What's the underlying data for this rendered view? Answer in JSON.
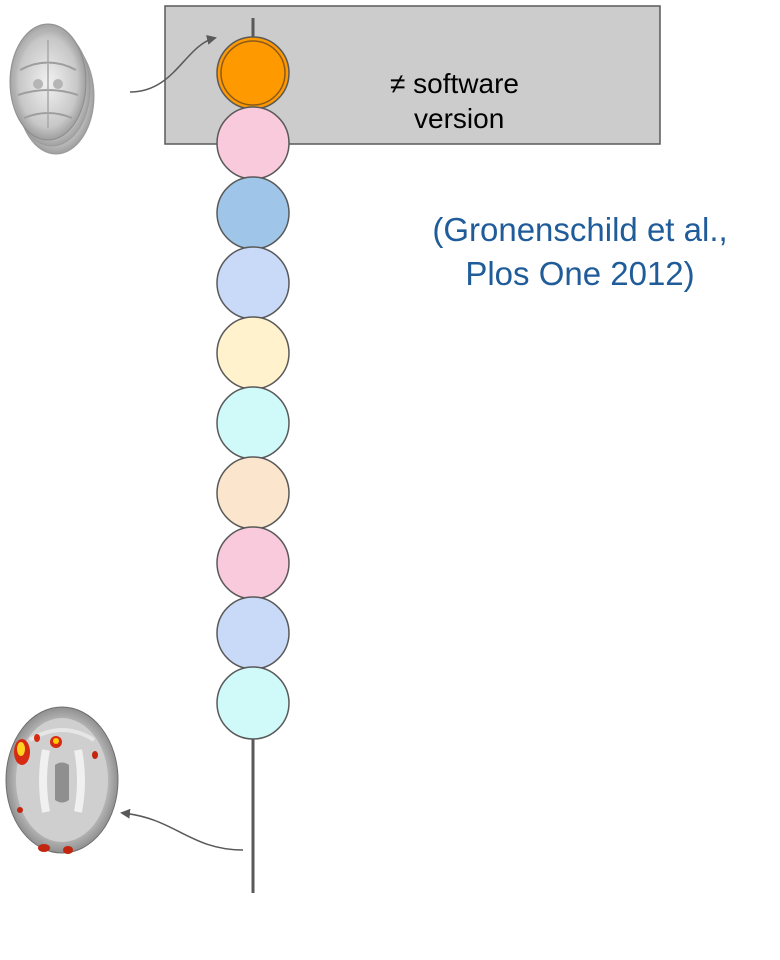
{
  "annotation_box": {
    "line1": "≠ software",
    "line2": "version",
    "fill": "#cccccc",
    "stroke": "#595959"
  },
  "citation": {
    "line1": "(Gronenschild et al.,",
    "line2": "Plos One 2012)",
    "color": "#1f5c99"
  },
  "pipeline": {
    "line_color": "#595959",
    "steps": [
      {
        "color": "#ff9900",
        "highlighted": true
      },
      {
        "color": "#f9c9dc",
        "highlighted": false
      },
      {
        "color": "#9fc5e8",
        "highlighted": false
      },
      {
        "color": "#c9daf8",
        "highlighted": false
      },
      {
        "color": "#fff2cc",
        "highlighted": false
      },
      {
        "color": "#d0fafa",
        "highlighted": false
      },
      {
        "color": "#fce5cd",
        "highlighted": false
      },
      {
        "color": "#f9c9dc",
        "highlighted": false
      },
      {
        "color": "#c9daf8",
        "highlighted": false
      },
      {
        "color": "#d0fafa",
        "highlighted": false
      }
    ]
  },
  "input_image": {
    "icon": "raw-brain-scan-stack-icon"
  },
  "output_image": {
    "icon": "brain-activation-map-icon"
  }
}
